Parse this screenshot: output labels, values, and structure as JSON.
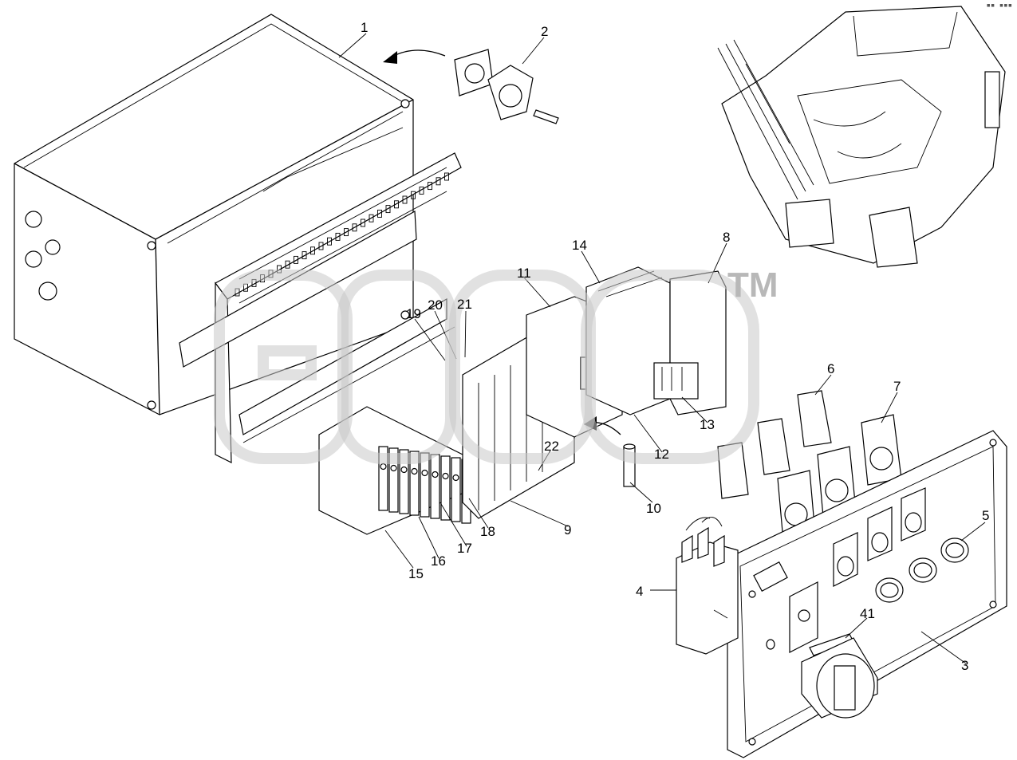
{
  "callouts": [
    {
      "id": "c1",
      "label": "1"
    },
    {
      "id": "c2",
      "label": "2"
    },
    {
      "id": "c3",
      "label": "3"
    },
    {
      "id": "c4",
      "label": "4"
    },
    {
      "id": "c5",
      "label": "5"
    },
    {
      "id": "c6",
      "label": "6"
    },
    {
      "id": "c7",
      "label": "7"
    },
    {
      "id": "c8",
      "label": "8"
    },
    {
      "id": "c9",
      "label": "9"
    },
    {
      "id": "c10",
      "label": "10"
    },
    {
      "id": "c11",
      "label": "11"
    },
    {
      "id": "c12",
      "label": "12"
    },
    {
      "id": "c13",
      "label": "13"
    },
    {
      "id": "c14",
      "label": "14"
    },
    {
      "id": "c15",
      "label": "15"
    },
    {
      "id": "c16",
      "label": "16"
    },
    {
      "id": "c17",
      "label": "17"
    },
    {
      "id": "c18",
      "label": "18"
    },
    {
      "id": "c19",
      "label": "19"
    },
    {
      "id": "c20",
      "label": "20"
    },
    {
      "id": "c21",
      "label": "21"
    },
    {
      "id": "c22",
      "label": "22"
    },
    {
      "id": "c41",
      "label": "41"
    }
  ],
  "watermark": {
    "text": "elcp",
    "trademark": "TM"
  },
  "corner_mark": "▪▪ ▪▪▪"
}
